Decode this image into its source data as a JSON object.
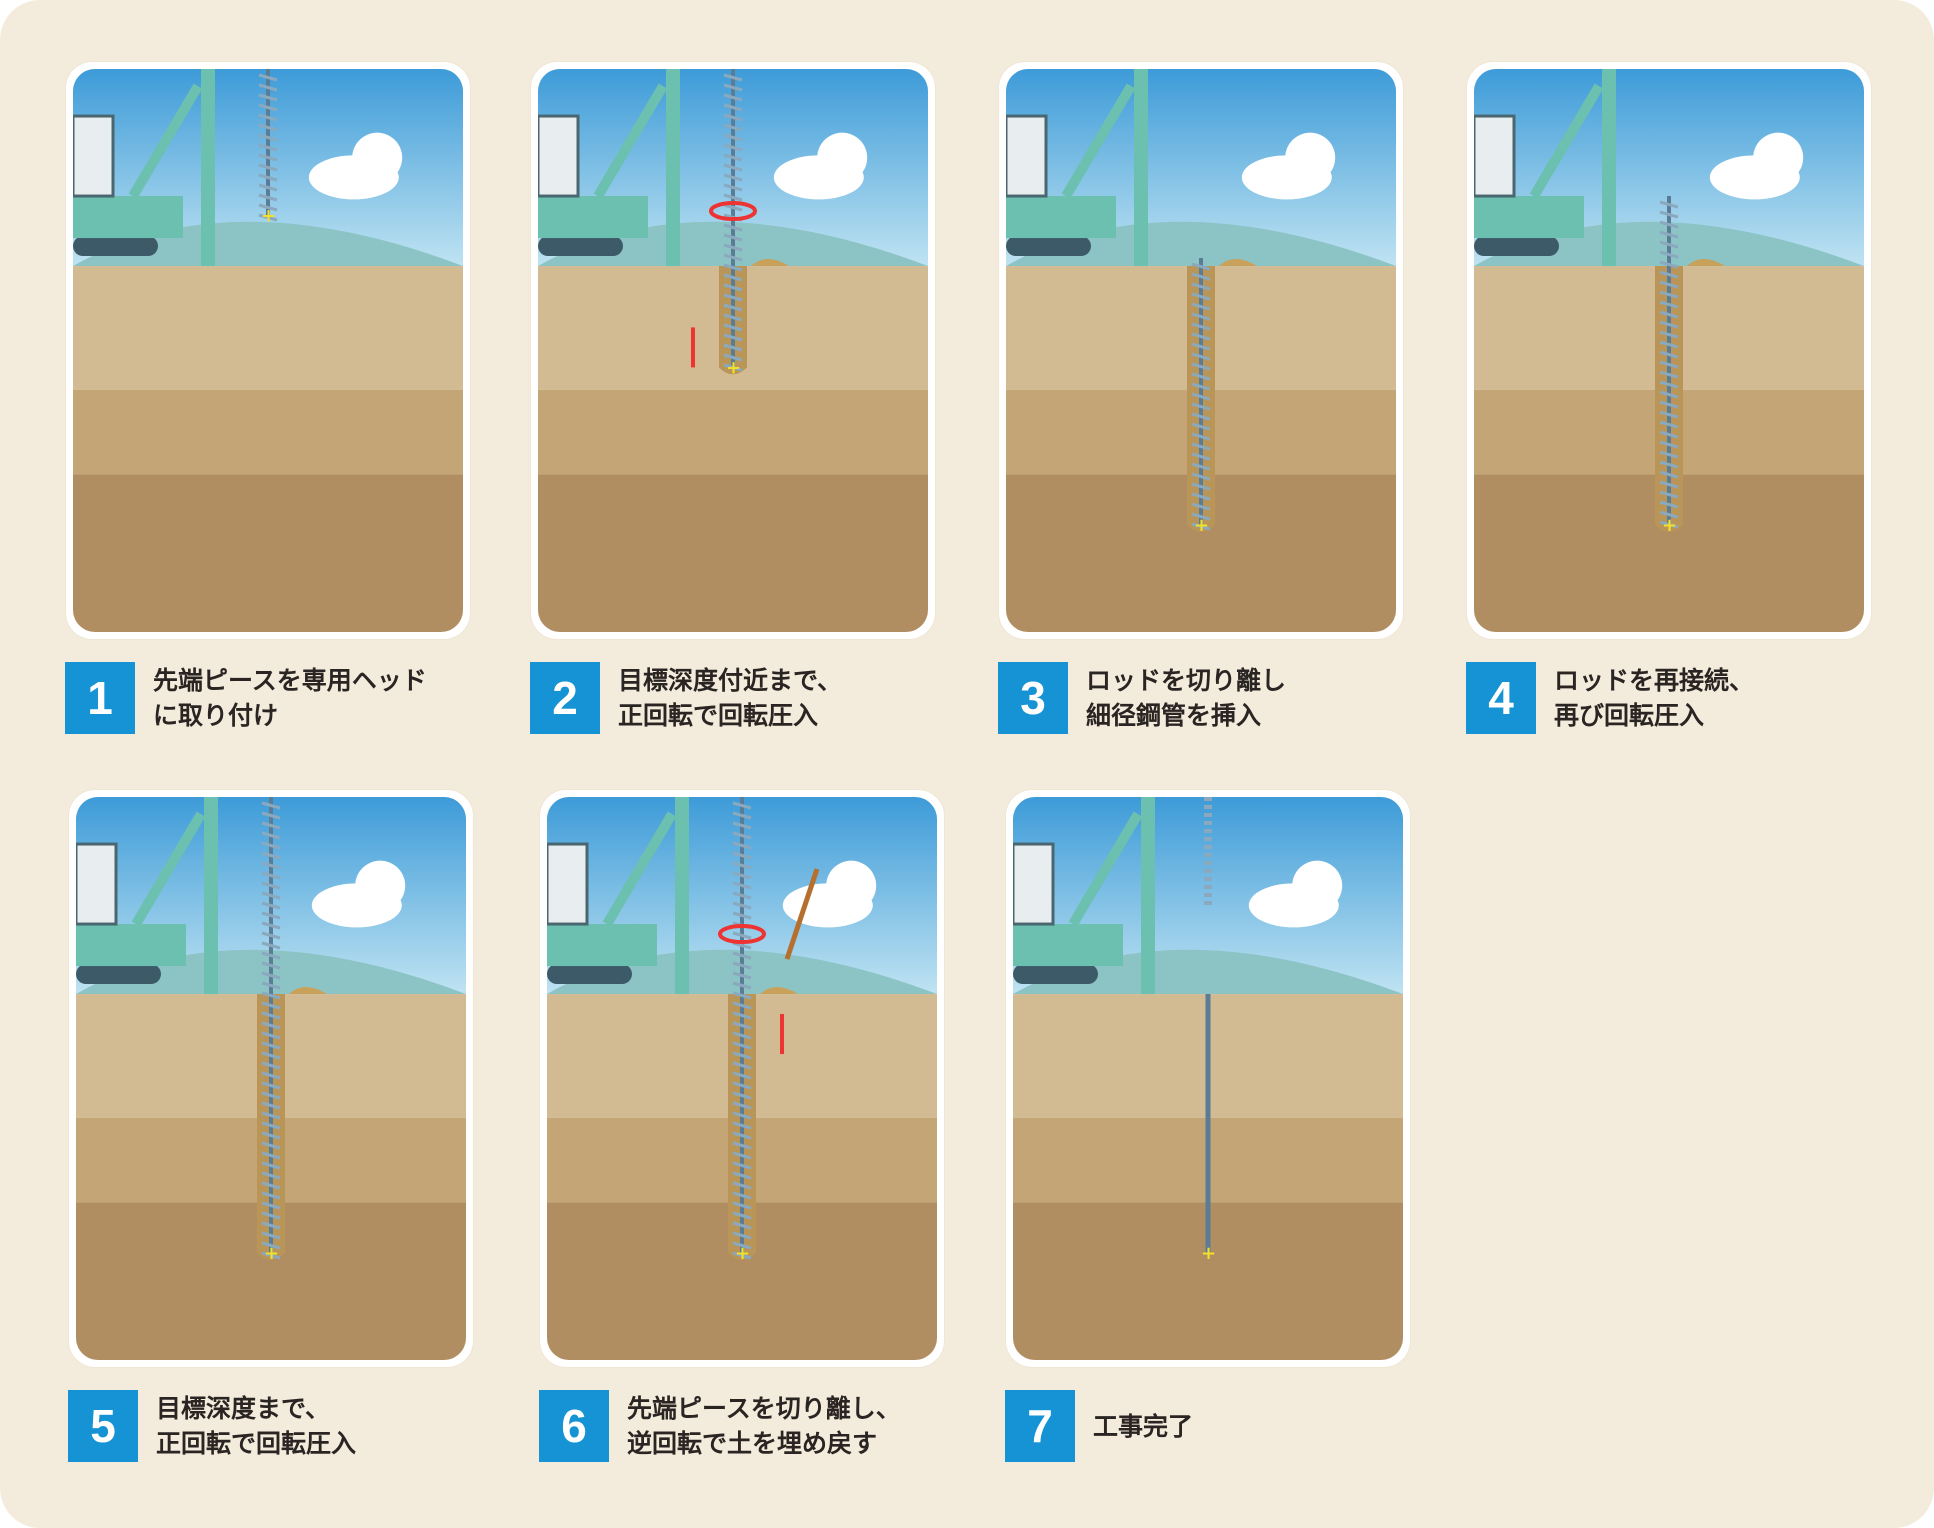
{
  "steps": [
    {
      "number": "1",
      "lines": [
        "先端ピースを専用ヘッド",
        "に取り付け"
      ]
    },
    {
      "number": "2",
      "lines": [
        "目標深度付近まで、",
        "正回転で回転圧入"
      ]
    },
    {
      "number": "3",
      "lines": [
        "ロッドを切り離し",
        "細径鋼管を挿入"
      ]
    },
    {
      "number": "4",
      "lines": [
        "ロッドを再接続、",
        "再び回転圧入"
      ]
    },
    {
      "number": "5",
      "lines": [
        "目標深度まで、",
        "正回転で回転圧入"
      ]
    },
    {
      "number": "6",
      "lines": [
        "先端ピースを切り離し、",
        "逆回転で土を埋め戻す"
      ]
    },
    {
      "number": "7",
      "lines": [
        "工事完了"
      ]
    }
  ],
  "colors": {
    "accent": "#1593d4",
    "background": "#f3ecdd",
    "soil_light": "#d2bb92",
    "soil_mid": "#c4a676",
    "soil_dark": "#b08e62"
  }
}
